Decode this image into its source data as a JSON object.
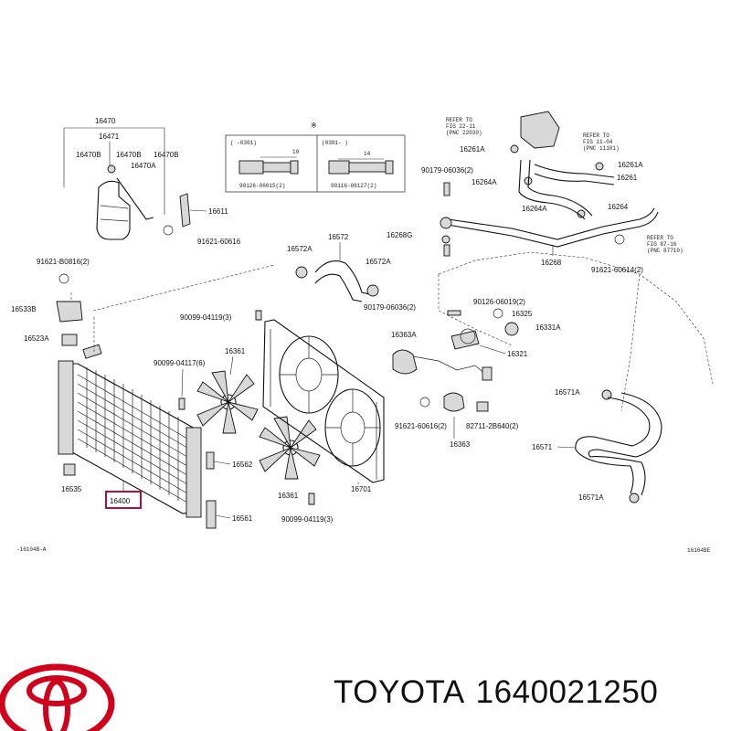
{
  "brand": {
    "name": "TOYOTA",
    "part_number": "1640021250",
    "logo_color": "#d0021b"
  },
  "accent": {
    "highlight": "#b0103a"
  },
  "footer": {
    "left_code": "-16104B-A",
    "right_code": "16104BE"
  },
  "inset": {
    "mark": "※",
    "left_range": "(  -0301)",
    "right_range": "(0301-  )",
    "left_dim": "10",
    "right_dim": "14",
    "left_part": "90126-06015(2)",
    "right_part": "90116-06127(2)"
  },
  "refs": {
    "top": "REFER TO\nFIG 22-11\n(PNC 22030)",
    "top_right": "REFER TO\nFIG 11-04\n(PNC 11101)",
    "right": "REFER TO\nFIG 87-16\n(PNC 87710)"
  },
  "labels": {
    "p16470": "16470",
    "p16471": "16471",
    "p16470B_l": "16470B",
    "p16470B_m": "16470B",
    "p16470B_r": "16470B",
    "p16470A": "16470A",
    "p16611": "16611",
    "p91621_60616a": "91621-60616",
    "p91621_B0816": "91621-B0816(2)",
    "p16533B": "16533B",
    "p16523A": "16523A",
    "p16535": "16535",
    "p16400": "16400",
    "p16561": "16561",
    "p16562": "16562",
    "p16361a": "16361",
    "p16361b": "16361",
    "p90099_04117": "90099-04117(6)",
    "p90099_04119a": "90099-04119(3)",
    "p90099_04119b": "90099-04119(3)",
    "p16572": "16572",
    "p16572A_l": "16572A",
    "p16572A_r": "16572A",
    "p16701": "16701",
    "p90179_06036a": "90179-06036(2)",
    "p90179_06036b": "90179-06036(2)",
    "p90126_06019": "90126-06019(2)",
    "p16261A_l": "16261A",
    "p16261A_r": "16261A",
    "p16261": "16261",
    "p16264A_l": "16264A",
    "p16264A_m": "16264A",
    "p16264": "16264",
    "p16268G": "16268G",
    "p16268": "16268",
    "p91621_60614": "91621-60614(2)",
    "p16325": "16325",
    "p16331A": "16331A",
    "p16321": "16321",
    "p16363A": "16363A",
    "p16363": "16363",
    "p91621_60616b": "91621-60616(2)",
    "p82711_2B640": "82711-2B640(2)",
    "p16571A_t": "16571A",
    "p16571": "16571",
    "p16571A_b": "16571A"
  }
}
